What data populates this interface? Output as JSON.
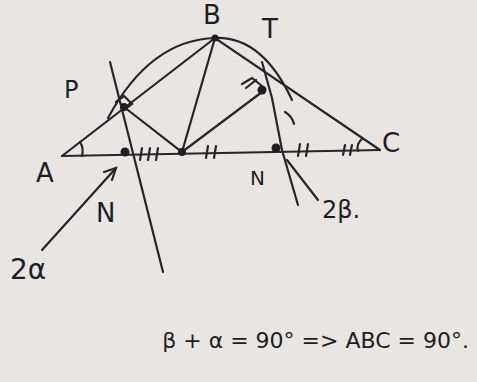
{
  "diagram": {
    "labels": [
      "B",
      "T",
      "P",
      "A",
      "C",
      "N",
      "N",
      "2β.",
      "2α",
      "β + α = 90° => ABC = 90°."
    ]
  }
}
